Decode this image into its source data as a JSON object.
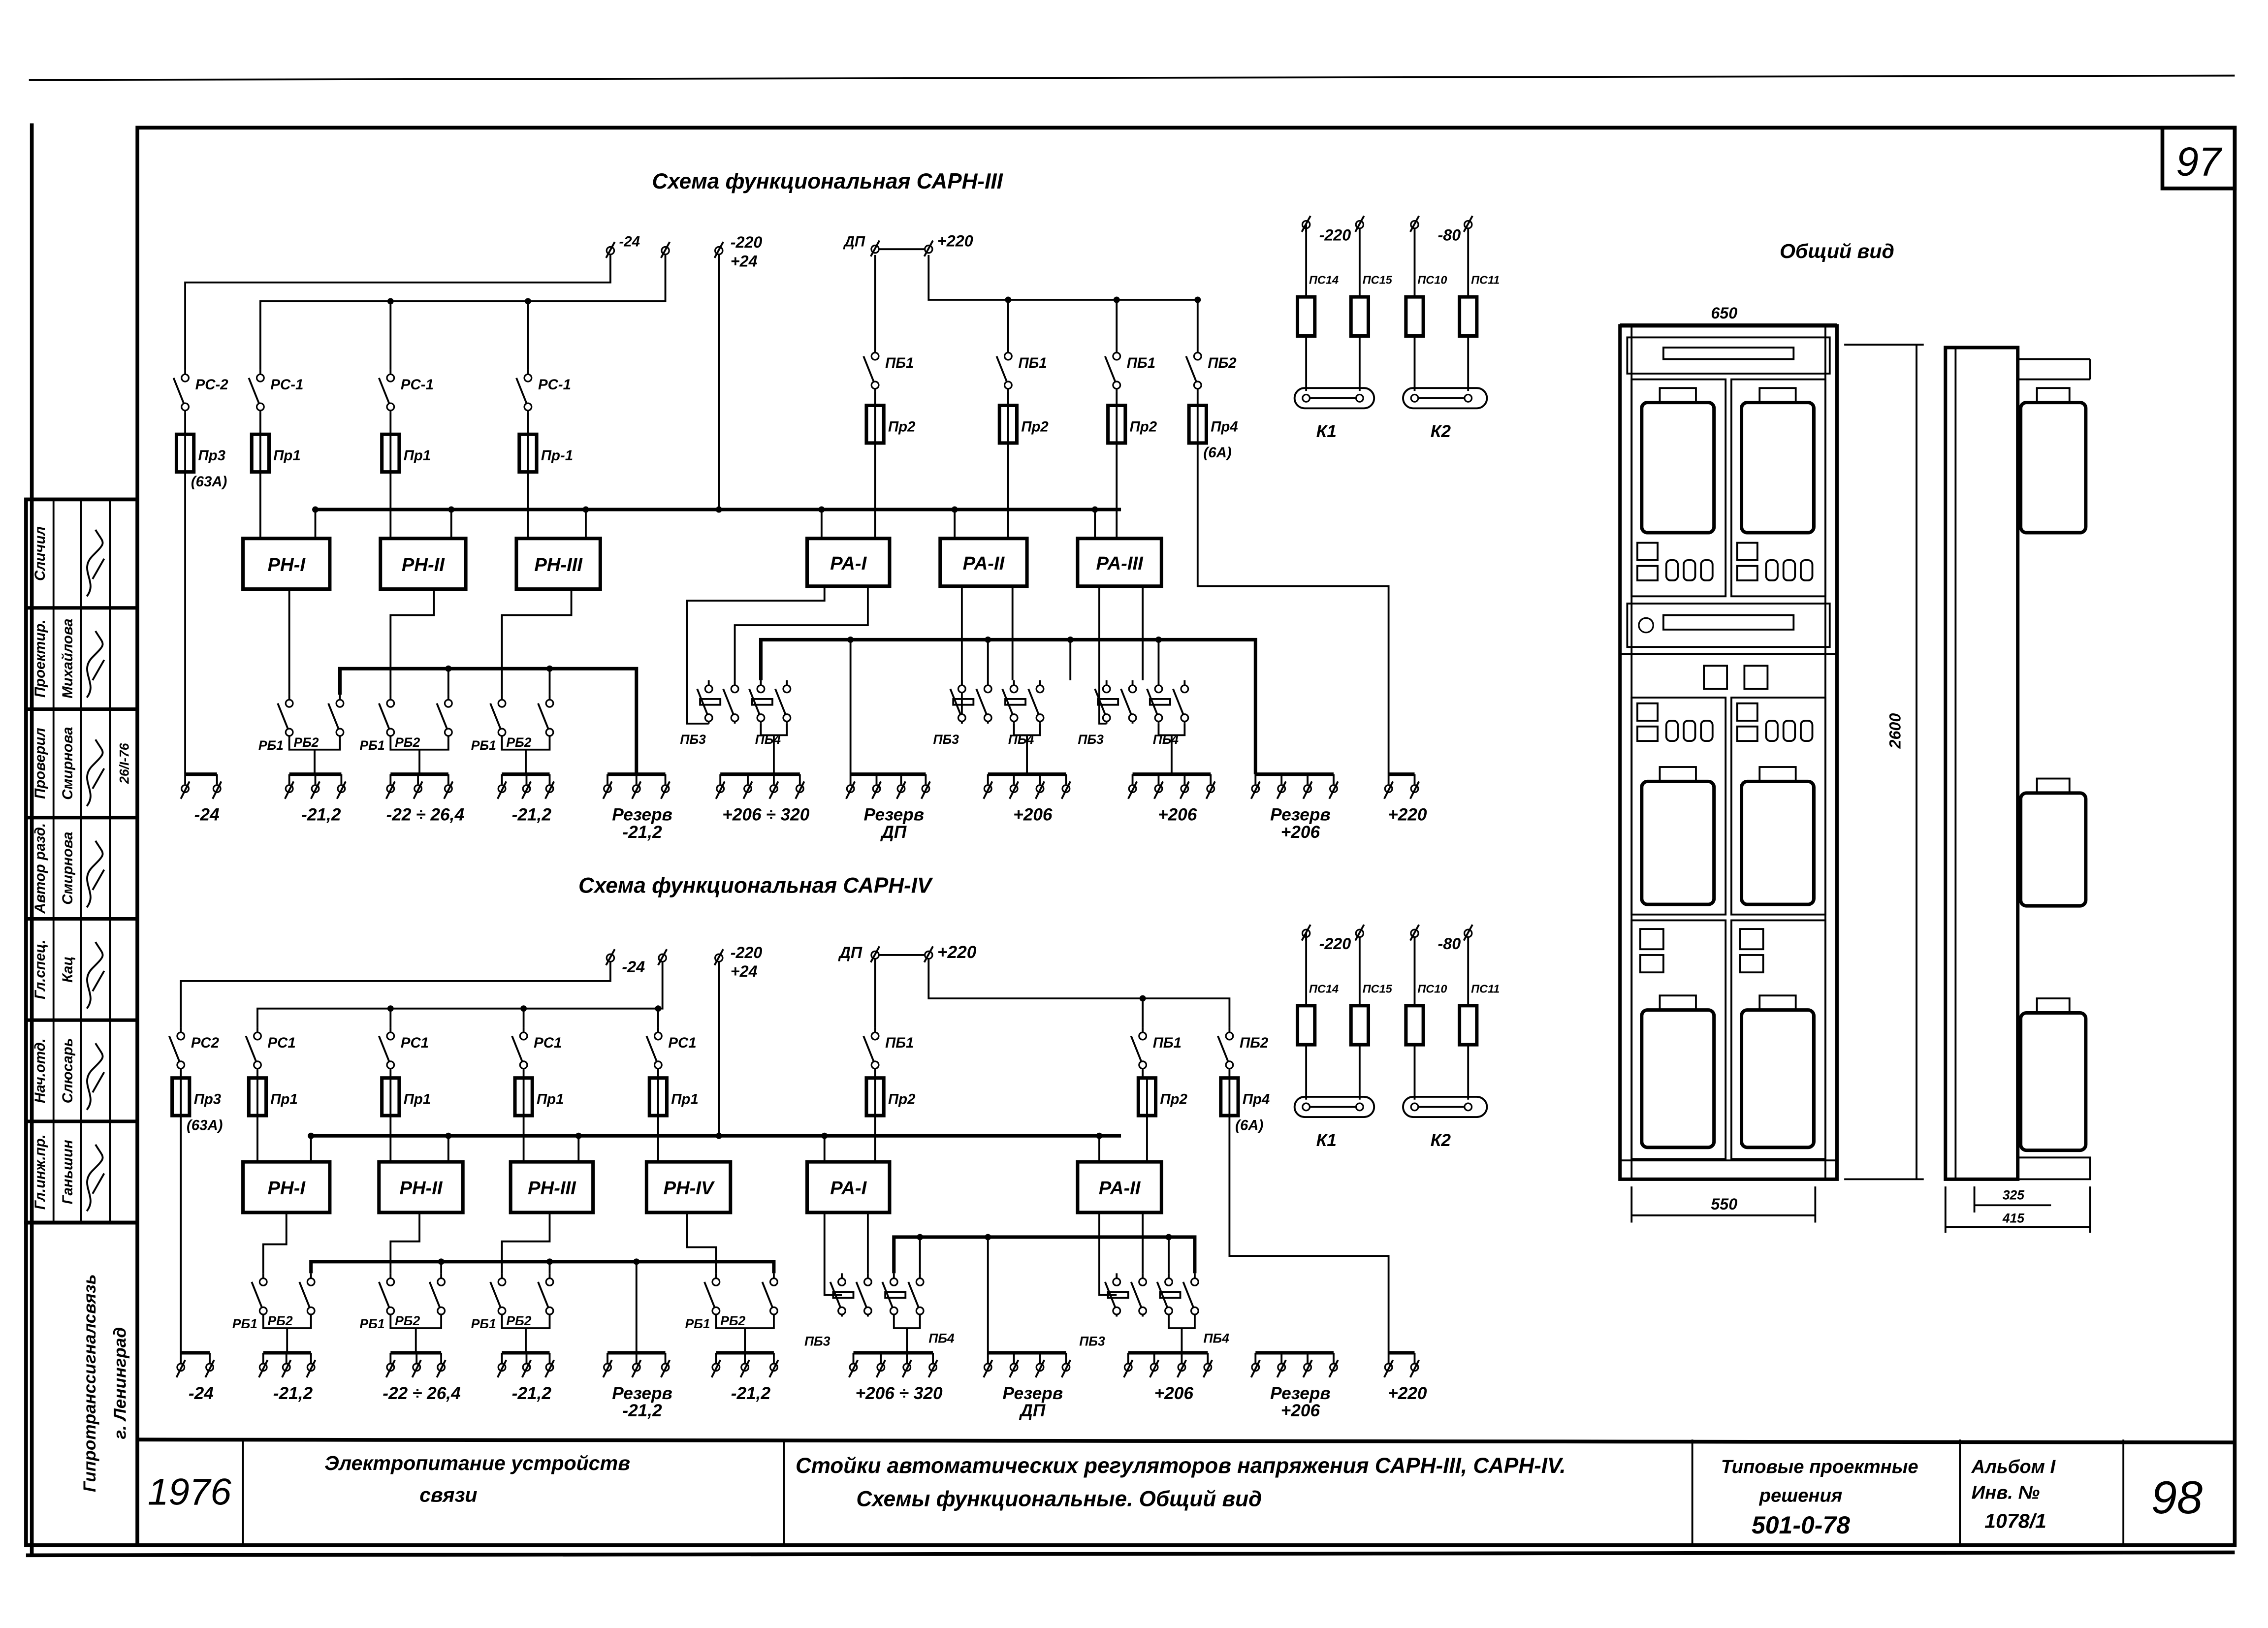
{
  "sheet": {
    "top_number": "97",
    "number": "98"
  },
  "sarn3": {
    "title": "Схема функциональная САРН-III",
    "inputs": {
      "minus24": "-24",
      "minus220": "-220",
      "plus24": "+24",
      "dp": "ДП",
      "plus220": "+220"
    },
    "switches": [
      "РС-2",
      "РС-1",
      "РС-1",
      "РС-1",
      "ПБ1",
      "ПБ1",
      "ПБ1",
      "ПБ2"
    ],
    "fuses": [
      "Пр3",
      "Пр1",
      "Пр1",
      "Пр-1",
      "Пр2",
      "Пр2",
      "Пр2",
      "Пр4"
    ],
    "fuse_ratings": {
      "pr3": "(63А)",
      "pr4": "(6А)"
    },
    "regulators": [
      "РН-I",
      "РН-II",
      "РН-III",
      "РА-I",
      "РА-II",
      "РА-III"
    ],
    "contacts": [
      "РБ1",
      "РБ2",
      "РБ1",
      "РБ2",
      "РБ1",
      "РБ2",
      "ПБ3",
      "ПБ4",
      "ПБ3",
      "ПБ4",
      "ПБ3",
      "ПБ4"
    ],
    "outputs": [
      [
        "-24"
      ],
      [
        "-21,2"
      ],
      [
        "-22 ÷ 26,4"
      ],
      [
        "-21,2"
      ],
      [
        "Резерв",
        "-21,2"
      ],
      [
        "+206 ÷ 320"
      ],
      [
        "Резерв",
        "ДП"
      ],
      [
        "+206"
      ],
      [
        "+206"
      ],
      [
        "Резерв",
        "+206"
      ],
      [
        "+220"
      ]
    ],
    "contactors": {
      "v220": "-220",
      "v80": "-80",
      "ps": [
        "ПС14",
        "ПС15",
        "ПС10",
        "ПС11"
      ],
      "k1": "К1",
      "k2": "К2"
    }
  },
  "sarn4": {
    "title": "Схема функциональная САРН-IV",
    "inputs": {
      "minus24": "-24",
      "minus220": "-220",
      "plus24": "+24",
      "dp": "ДП",
      "plus220": "+220"
    },
    "switches": [
      "РС2",
      "РС1",
      "РС1",
      "РС1",
      "РС1",
      "ПБ1",
      "ПБ1",
      "ПБ2"
    ],
    "fuses": [
      "Пр3",
      "Пр1",
      "Пр1",
      "Пр1",
      "Пр1",
      "Пр2",
      "Пр2",
      "Пр4"
    ],
    "fuse_ratings": {
      "pr3": "(63А)",
      "pr4": "(6А)"
    },
    "regulators": [
      "РН-I",
      "РН-II",
      "РН-III",
      "РН-IV",
      "РА-I",
      "РА-II"
    ],
    "contacts": [
      "РБ1",
      "РБ2",
      "РБ1",
      "РБ2",
      "РБ1",
      "РБ2",
      "РБ1",
      "РБ2",
      "ПБ3",
      "ПБ4",
      "ПБ3",
      "ПБ4"
    ],
    "outputs": [
      [
        "-24"
      ],
      [
        "-21,2"
      ],
      [
        "-22 ÷ 26,4"
      ],
      [
        "-21,2"
      ],
      [
        "Резерв",
        "-21,2"
      ],
      [
        "-21,2"
      ],
      [
        "+206 ÷ 320"
      ],
      [
        "Резерв",
        "ДП"
      ],
      [
        "+206"
      ],
      [
        "Резерв",
        "+206"
      ],
      [
        "+220"
      ]
    ],
    "contactors": {
      "v220": "-220",
      "v80": "-80",
      "ps": [
        "ПС14",
        "ПС15",
        "ПС10",
        "ПС11"
      ],
      "k1": "К1",
      "k2": "К2"
    }
  },
  "general_view": {
    "title": "Общий вид",
    "dimensions": {
      "width": "650",
      "height": "2600",
      "base_width": "550",
      "depth_inner": "325",
      "depth": "415"
    }
  },
  "stamp": {
    "rows": [
      {
        "role": "Гл.инж.пр.",
        "name": "Ганьшин",
        "date": ""
      },
      {
        "role": "Нач.отд.",
        "name": "Слюсарь",
        "date": ""
      },
      {
        "role": "Гл.спец.",
        "name": "Кац",
        "date": ""
      },
      {
        "role": "Автор разд.",
        "name": "Смирнова",
        "date": ""
      },
      {
        "role": "Проверил",
        "name": "Смирнова",
        "date": "26/I-76"
      },
      {
        "role": "Проектир.",
        "name": "Михайлова",
        "date": ""
      },
      {
        "role": "Сличил",
        "name": "",
        "date": ""
      }
    ],
    "organization": "Гипротранссигналсвязь",
    "city": "г. Ленинград"
  },
  "title_block": {
    "year": "1976",
    "section_line1": "Электропитание устройств",
    "section_line2": "связи",
    "title_line1": "Стойки автоматических регуляторов напряжения САРН-III, САРН-IV.",
    "title_line2": "Схемы функциональные. Общий вид",
    "series_line1": "Типовые проектные",
    "series_line2": "решения",
    "series_code": "501-0-78",
    "album": "Альбом I",
    "inventory_label": "Инв. №",
    "inventory_number": "1078/1",
    "sheet": "98"
  }
}
